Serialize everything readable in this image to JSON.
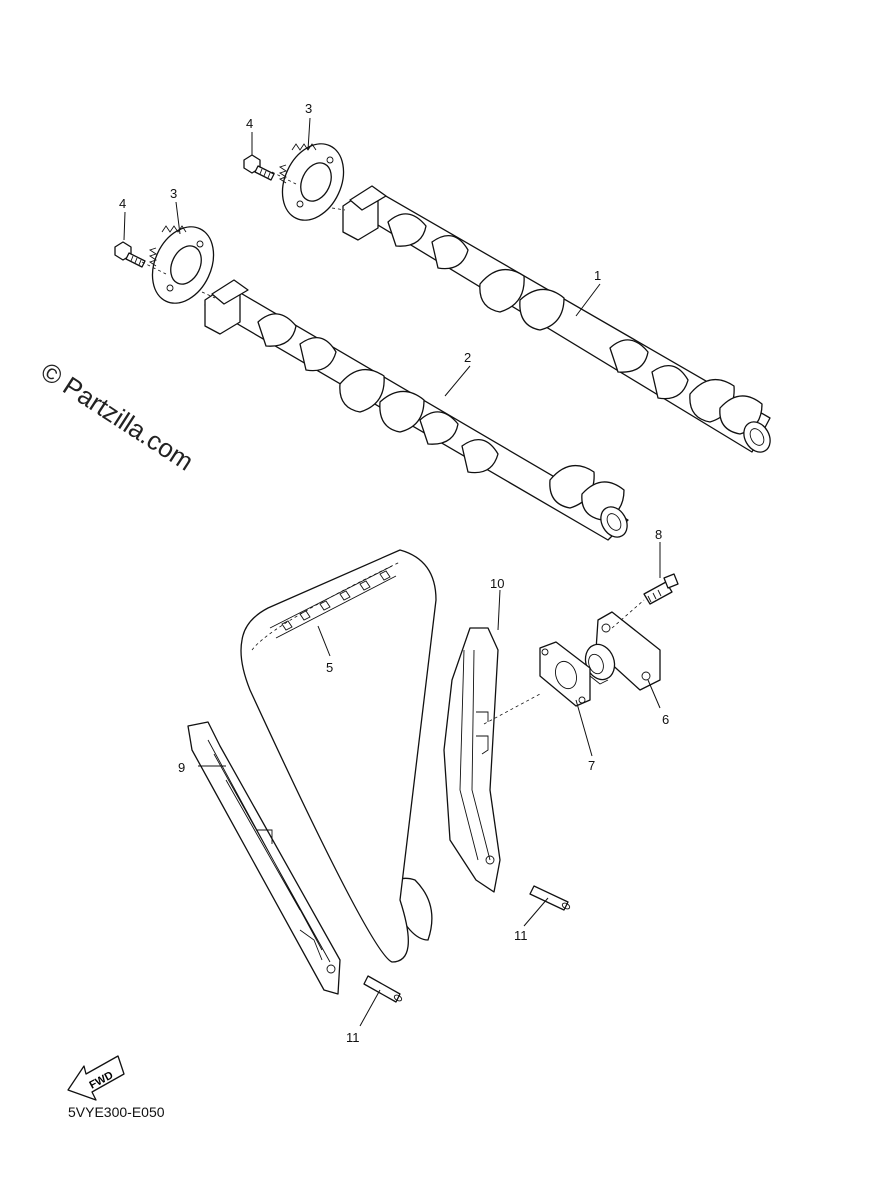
{
  "watermark": "© Partzilla.com",
  "diagram_code": "5VYE300-E050",
  "fwd_label": "FWD",
  "callouts": {
    "c1": "1",
    "c2": "2",
    "c3a": "3",
    "c3b": "3",
    "c4a": "4",
    "c4b": "4",
    "c5": "5",
    "c6": "6",
    "c7": "7",
    "c8": "8",
    "c9": "9",
    "c10": "10",
    "c11a": "11",
    "c11b": "11"
  }
}
